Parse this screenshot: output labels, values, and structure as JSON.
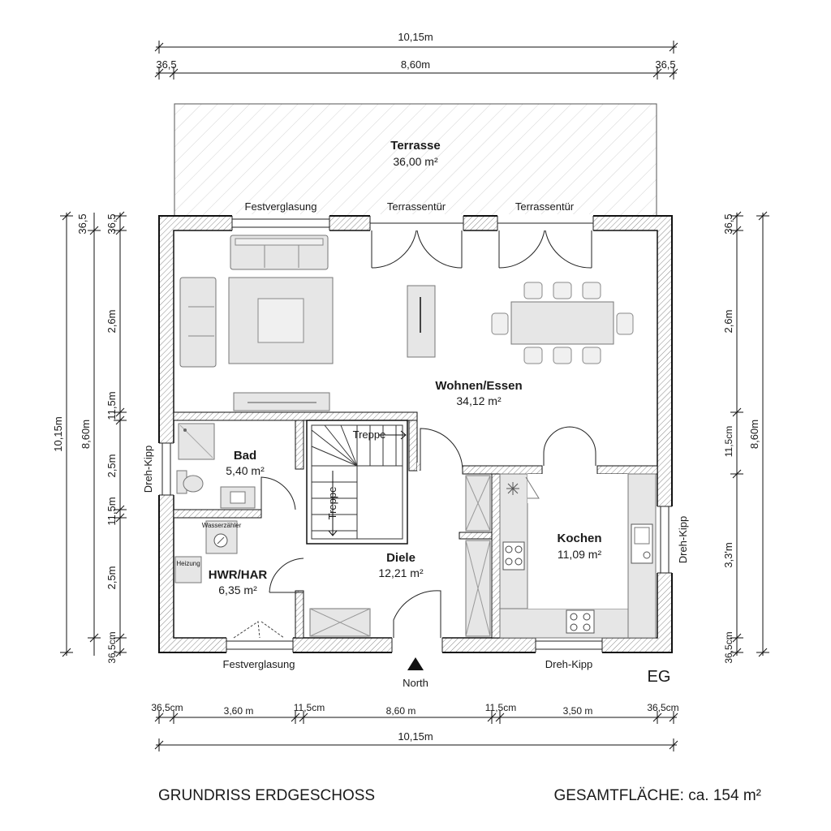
{
  "plan": {
    "title": "GRUNDRISS ERDGESCHOSS",
    "total_area": "GESAMTFLÄCHE: ca. 154 m²",
    "floor_tag": "EG",
    "north_label": "North"
  },
  "dims": {
    "top_overall": "10,15m",
    "top_left_wall": "36,5",
    "top_inner": "8,60m",
    "top_right_wall": "36,5",
    "bottom_overall": "10,15m",
    "bottom_segments": [
      "36,5cm",
      "3,60 m",
      "11,5cm",
      "8,60 m",
      "11,5cm",
      "3,50 m",
      "36,5cm"
    ],
    "left_overall": "10,15m",
    "left_inner": "8,60m",
    "left_segments": [
      "36,5",
      "2,6m",
      "11,5m",
      "2,5m",
      "11,5m",
      "2,5m",
      "36,5cm"
    ],
    "right_overall": "8,60m",
    "right_segments": [
      "36,5",
      "2,6m",
      "11,5cm",
      "3,3'm",
      "36,5cm"
    ]
  },
  "rooms": {
    "terrace": {
      "name": "Terrasse",
      "area": "36,00 m²"
    },
    "living": {
      "name": "Wohnen/Essen",
      "area": "34,12 m²"
    },
    "bath": {
      "name": "Bad",
      "area": "5,40 m²"
    },
    "utility": {
      "name": "HWR/HAR",
      "area": "6,35 m²"
    },
    "hall": {
      "name": "Diele",
      "area": "12,21 m²"
    },
    "kitchen": {
      "name": "Kochen",
      "area": "11,09 m²"
    }
  },
  "labels": {
    "festverglasung_top": "Festverglasung",
    "terrassentuer_1": "Terrassentür",
    "terrassentuer_2": "Terrassentür",
    "dreh_kipp_left": "Dreh-Kipp",
    "dreh_kipp_right": "Dreh-Kipp",
    "festverglasung_bottom": "Festverglasung",
    "dreh_kipp_bottom": "Dreh-Kipp",
    "treppe_1": "Treppe",
    "treppe_2": "Treppe",
    "heizung": "Heizung",
    "meter_label": "Wasserzähler"
  }
}
